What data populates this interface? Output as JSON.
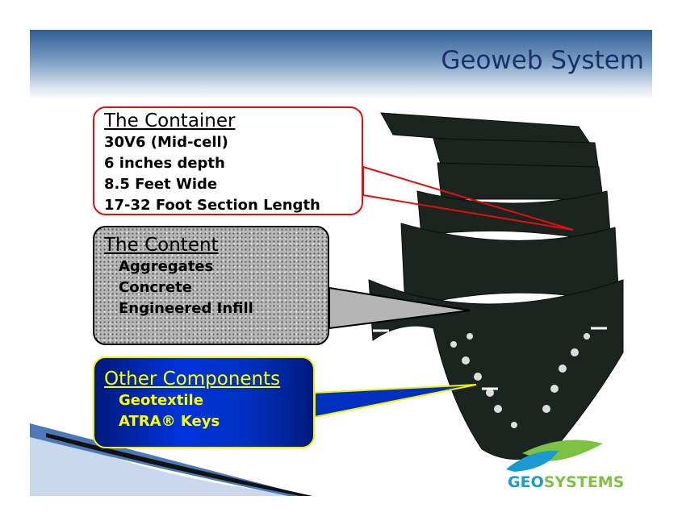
{
  "title": "Geoweb System",
  "container": {
    "heading": "The Container",
    "lines": [
      "30V6 (Mid-cell)",
      "6 inches depth",
      "8.5 Feet Wide",
      "17-32 Foot Section Length"
    ]
  },
  "content": {
    "heading": "The Content",
    "lines": [
      "Aggregates",
      "Concrete",
      "Engineered Infill"
    ]
  },
  "other": {
    "heading": "Other Components",
    "lines": [
      "Geotextile",
      "ATRA® Keys"
    ]
  },
  "logo": {
    "part1": "GEO",
    "part2": "SYSTEMS",
    "color1": "#1a9ad0",
    "color2": "#7dc242"
  },
  "colors": {
    "title": "#1a2f6b",
    "container_border": "#e01010",
    "other_text": "#ffff00"
  }
}
